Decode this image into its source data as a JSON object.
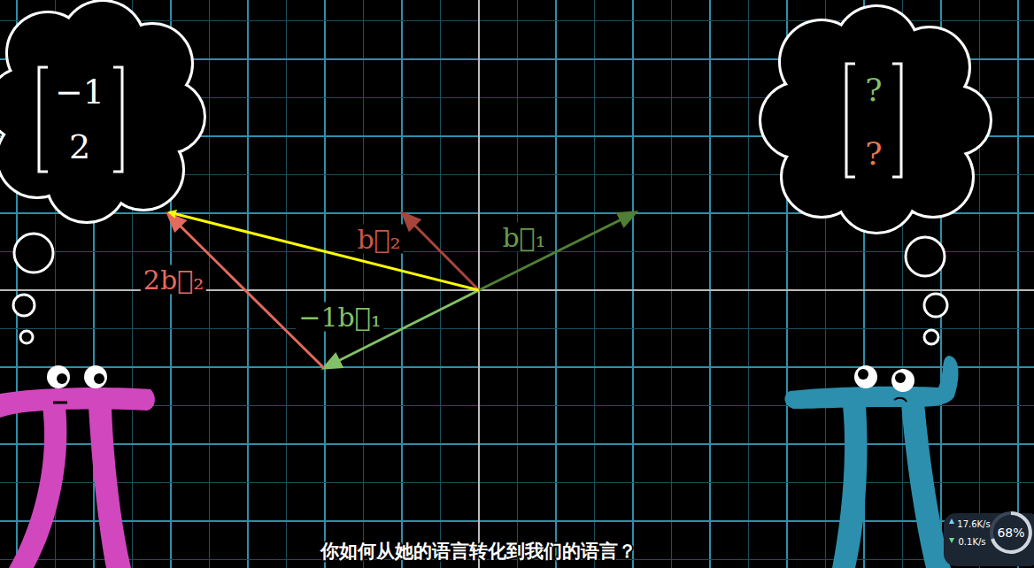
{
  "diagram": {
    "nodes": [
      {
        "text": [
          "−1",
          "2"
        ]
      },
      {
        "text": [
          "?",
          "?"
        ]
      }
    ],
    "labels": [
      "b⃗₂",
      "b⃗₁",
      "2b⃗₂",
      "−1b⃗₁",
      "你如何从她的语言转化到我们的语言？",
      "17.6K/s",
      "0.1K/s",
      "68%"
    ]
  }
}
